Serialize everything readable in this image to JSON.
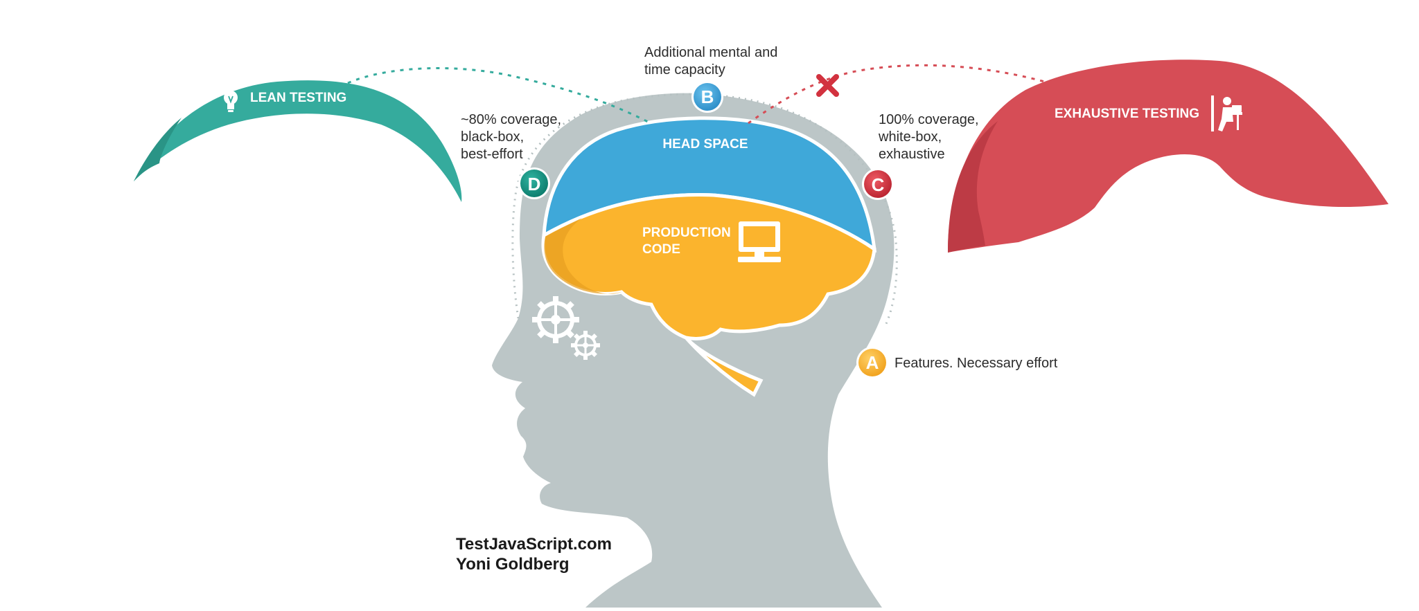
{
  "lean": {
    "label": "LEAN TESTING",
    "icon": "lightbulb-icon",
    "color": "#35ab9d"
  },
  "exhaustive": {
    "label": "EXHAUSTIVE TESTING",
    "icon": "person-at-desk-icon",
    "color": "#d64d56"
  },
  "head": {
    "space_label": "HEAD SPACE",
    "production_label": [
      "PRODUCTION",
      "CODE"
    ],
    "head_color": "#bcc6c7",
    "head_space_color": "#3fa8d9",
    "brain_color": "#fbb42d"
  },
  "markers": {
    "a": {
      "letter": "A",
      "text": "Features. Necessary effort",
      "color": "#f5a623"
    },
    "b": {
      "letter": "B",
      "lines": [
        "Additional mental and",
        "time capacity"
      ],
      "color": "#3a9fd6"
    },
    "c": {
      "letter": "C",
      "lines": [
        "100% coverage,",
        "white-box,",
        "exhaustive"
      ],
      "color": "#d2323f"
    },
    "d": {
      "letter": "D",
      "lines": [
        "~80% coverage,",
        "black-box,",
        "best-effort"
      ],
      "color": "#109483"
    }
  },
  "credit": [
    "TestJavaScript.com",
    "Yoni Goldberg"
  ]
}
